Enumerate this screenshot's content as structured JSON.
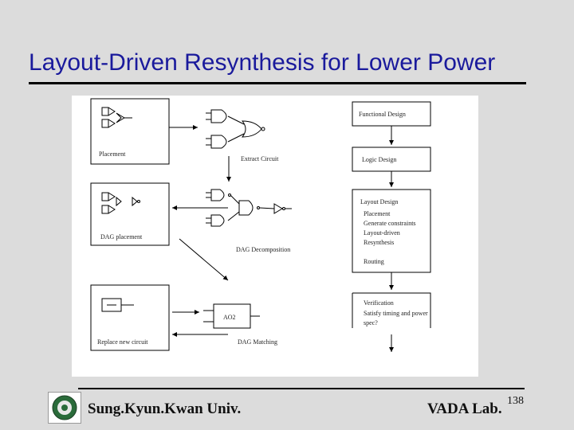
{
  "slide": {
    "title": "Layout-Driven Resynthesis for Lower Power",
    "footer_left": "Sung.Kyun.Kwan Univ.",
    "footer_right": "VADA Lab.",
    "page_number": "138"
  },
  "diagram": {
    "left_labels": {
      "placement": "Placement",
      "dag_placement": "DAG placement",
      "replace_new_circuit": "Replace new circuit"
    },
    "middle_labels": {
      "extract_circuit": "Extract Circuit",
      "dag_decomposition": "DAG Decomposition",
      "dag_matching": "DAG Matching",
      "ao2": "AO2"
    },
    "flow": {
      "functional_design": "Functional Design",
      "logic_design": "Logic Design",
      "layout_design": "Layout Design",
      "layout_items": [
        "Placement",
        "Generate constraints",
        "Layout-driven",
        "Resynthesis",
        "Routing"
      ],
      "verification": "Verification",
      "verification_items": [
        "Satisfy timing and power",
        "spec?"
      ]
    }
  }
}
